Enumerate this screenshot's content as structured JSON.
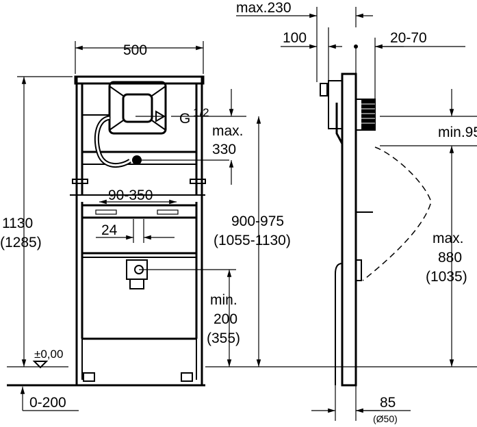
{
  "front_view": {
    "width_label": "500",
    "height_label": "1130",
    "height_alt_label": "(1285)",
    "connection_label": "G",
    "connection_fraction": "1/2",
    "spacing_label": "90-350",
    "offset_label": "24",
    "level_label": "±0,00",
    "floor_adjust_label": "0-200",
    "inlet_max_label": "max.",
    "inlet_max_value": "330",
    "outlet_range_label": "900-975",
    "outlet_range_alt_label": "(1055-1130)",
    "drain_min_label": "min.",
    "drain_min_value": "200",
    "drain_min_alt": "(355)"
  },
  "side_view": {
    "depth_max_label": "max.230",
    "depth_label": "100",
    "wall_range_label": "20-70",
    "min_label": "min.95",
    "rim_max_label": "max.",
    "rim_max_value": "880",
    "rim_max_alt": "(1035)",
    "pipe_label": "85",
    "pipe_diameter_label": "(Ø50)"
  }
}
